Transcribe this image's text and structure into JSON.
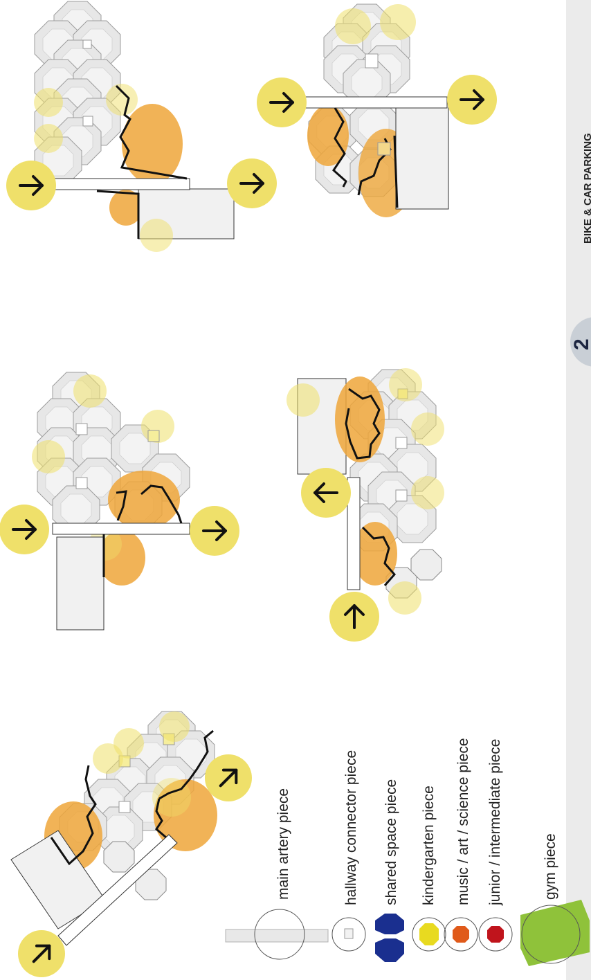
{
  "colors": {
    "yellow": "#efe06a",
    "orange": "#eea63a",
    "piece_fill": "#e6e6e6",
    "piece_stroke": "#9a9a9a",
    "sidebar": "#ebebeb",
    "shared_blue": "#1a2f8f",
    "kindergarten_yellow": "#e8da20",
    "music_orange": "#e05a1a",
    "junior_red": "#c0141c",
    "gym_green": "#8fc23a"
  },
  "legend": {
    "items": [
      {
        "label": "main artery piece"
      },
      {
        "label": "hallway connector piece"
      },
      {
        "label": "shared space piece"
      },
      {
        "label": "kindergarten piece"
      },
      {
        "label": "music / art / science piece"
      },
      {
        "label": "junior / intermediate piece"
      },
      {
        "label": "gym piece"
      }
    ]
  },
  "sidebar": {
    "step_number": "2",
    "heading": "BIKE & CAR PARKING"
  },
  "arrows": [
    "arrow-right",
    "arrow-right",
    "arrow-right",
    "arrow-right",
    "arrow-right",
    "arrow-right",
    "arrow-left",
    "arrow-up",
    "arrow-diagonal",
    "arrow-diagonal"
  ]
}
